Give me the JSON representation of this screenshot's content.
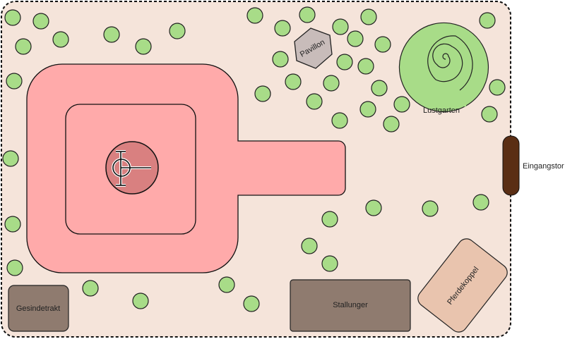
{
  "labels": {
    "pavilion": "Pavillon",
    "lustgarten": "Lustgarten",
    "gate": "Eingangstor",
    "servants_wing": "Gesindetrakt",
    "stables": "Stallunger",
    "paddock": "Pferdekoppel"
  },
  "colors": {
    "ground": "#f5e4da",
    "tree": "#a8dc88",
    "main_building": "#ffaaaa",
    "fountain": "#d98080",
    "pavilion": "#c8bcba",
    "gate": "#5a2e14",
    "servants_wing": "#8f7b6f",
    "stables": "#8f7b6f",
    "paddock": "#e9c4ae"
  }
}
